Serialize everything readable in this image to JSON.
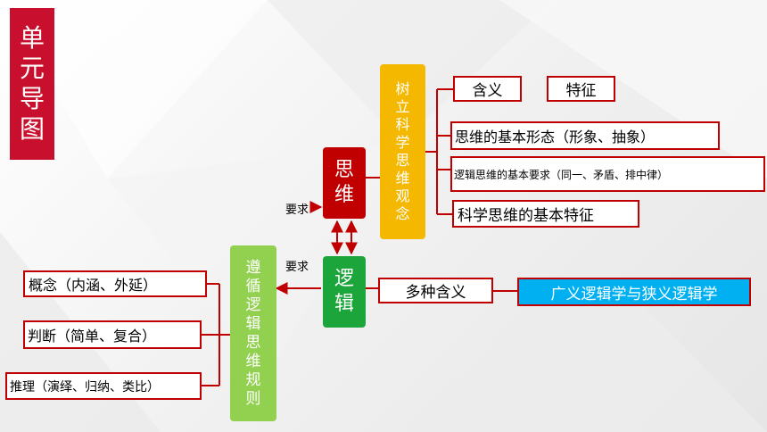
{
  "title": "单元导图",
  "nodes": {
    "siwei": "思维",
    "luoji": "逻辑",
    "science_view": "树立科学思维观念",
    "rules": "遵循逻辑思维规则"
  },
  "relations": {
    "top": "要求",
    "bottom": "要求"
  },
  "science_items": {
    "meaning": "含义",
    "feature": "特征",
    "forms": "思维的基本形态（形象、抽象）",
    "requirements": "逻辑思维的基本要求（同一、矛盾、排中律）",
    "basic_features": "科学思维的基本特征"
  },
  "logic_items": {
    "meanings": "多种含义",
    "broad_narrow": "广义逻辑学与狭义逻辑学"
  },
  "rule_items": {
    "concept": "概念（内涵、外延）",
    "judgment": "判断（简单、复合）",
    "reasoning": "推理（演绎、归纳、类比）"
  },
  "colors": {
    "title_bg": "#c8102e",
    "siwei_bg": "#c00000",
    "luoji_bg": "#1ba53a",
    "science_bg": "#f5b800",
    "rules_bg": "#92d050",
    "line": "#c00000",
    "broad_bg": "#00b0f0"
  }
}
